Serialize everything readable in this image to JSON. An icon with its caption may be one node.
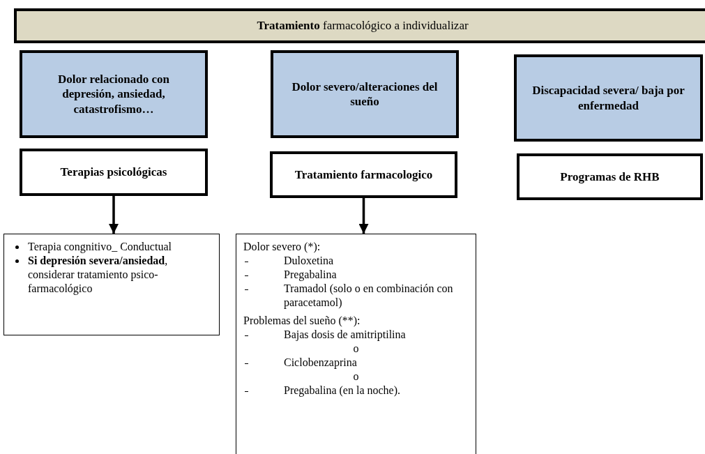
{
  "diagram": {
    "nodes": [
      {
        "text": [
          "**Tratamiento** farmacológico a individualizar"
        ]
      },
      {
        "text": [
          "Dolor relacionado con depresión, ansiedad, catastrofismo…"
        ]
      },
      {
        "text": [
          "Dolor severo/alteraciones del sueño"
        ]
      },
      {
        "text": [
          "Discapacidad severa/ baja por enfermedad"
        ]
      },
      {
        "text": [
          "Terapias psicológicas"
        ]
      },
      {
        "text": [
          "Tratamiento farmacologico"
        ]
      },
      {
        "text": [
          "Programas de RHB"
        ]
      },
      {
        "text": [
          "Terapia congnitivo_ Conductual",
          "**Si depresión severa/ansiedad**, considerar tratamiento psico-farmacológico"
        ]
      },
      {
        "text": [
          "Dolor severo (*):",
          "Duloxetina",
          "Pregabalina",
          "Tramadol (solo o en combinación con paracetamol)",
          "Problemas del sueño (**):",
          "Bajas dosis de amitriptilina",
          "o",
          "Ciclobenzaprina",
          "o",
          "Pregabalina (en la noche)."
        ]
      }
    ],
    "edges": [
      {
        "from": 4,
        "to": 7,
        "arrow": "to"
      },
      {
        "from": 5,
        "to": 8,
        "arrow": "to"
      }
    ]
  }
}
